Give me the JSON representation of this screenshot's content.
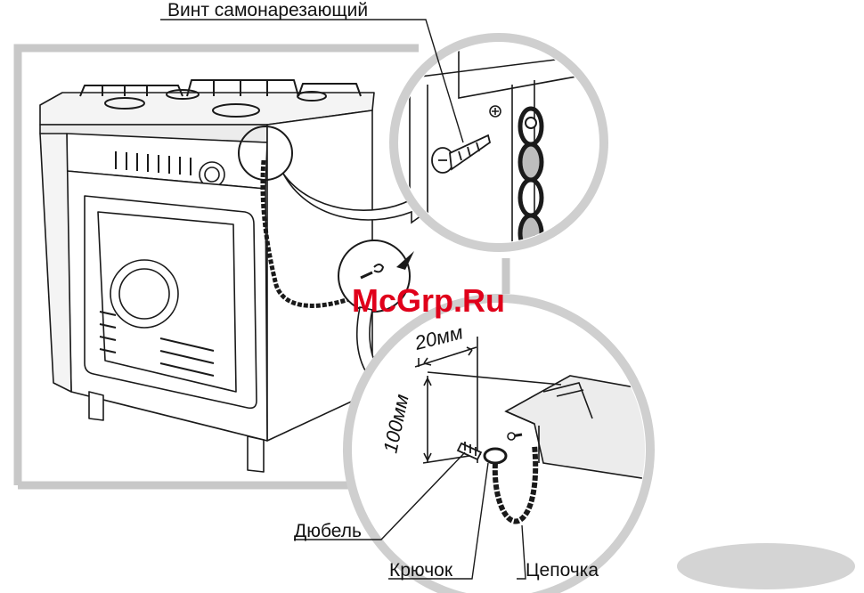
{
  "labels": {
    "screw": "Винт самонарезающий",
    "dowel": "Дюбель",
    "hook": "Крючок",
    "chain": "Цепочка",
    "dim_20": "20мм",
    "dim_100": "100мм"
  },
  "watermark": "McGrp.Ru",
  "colors": {
    "frame": "#c8c8c8",
    "line": "#1a1a1a",
    "watermark": "#e0001a",
    "page_badge": "#d4d4d4"
  }
}
